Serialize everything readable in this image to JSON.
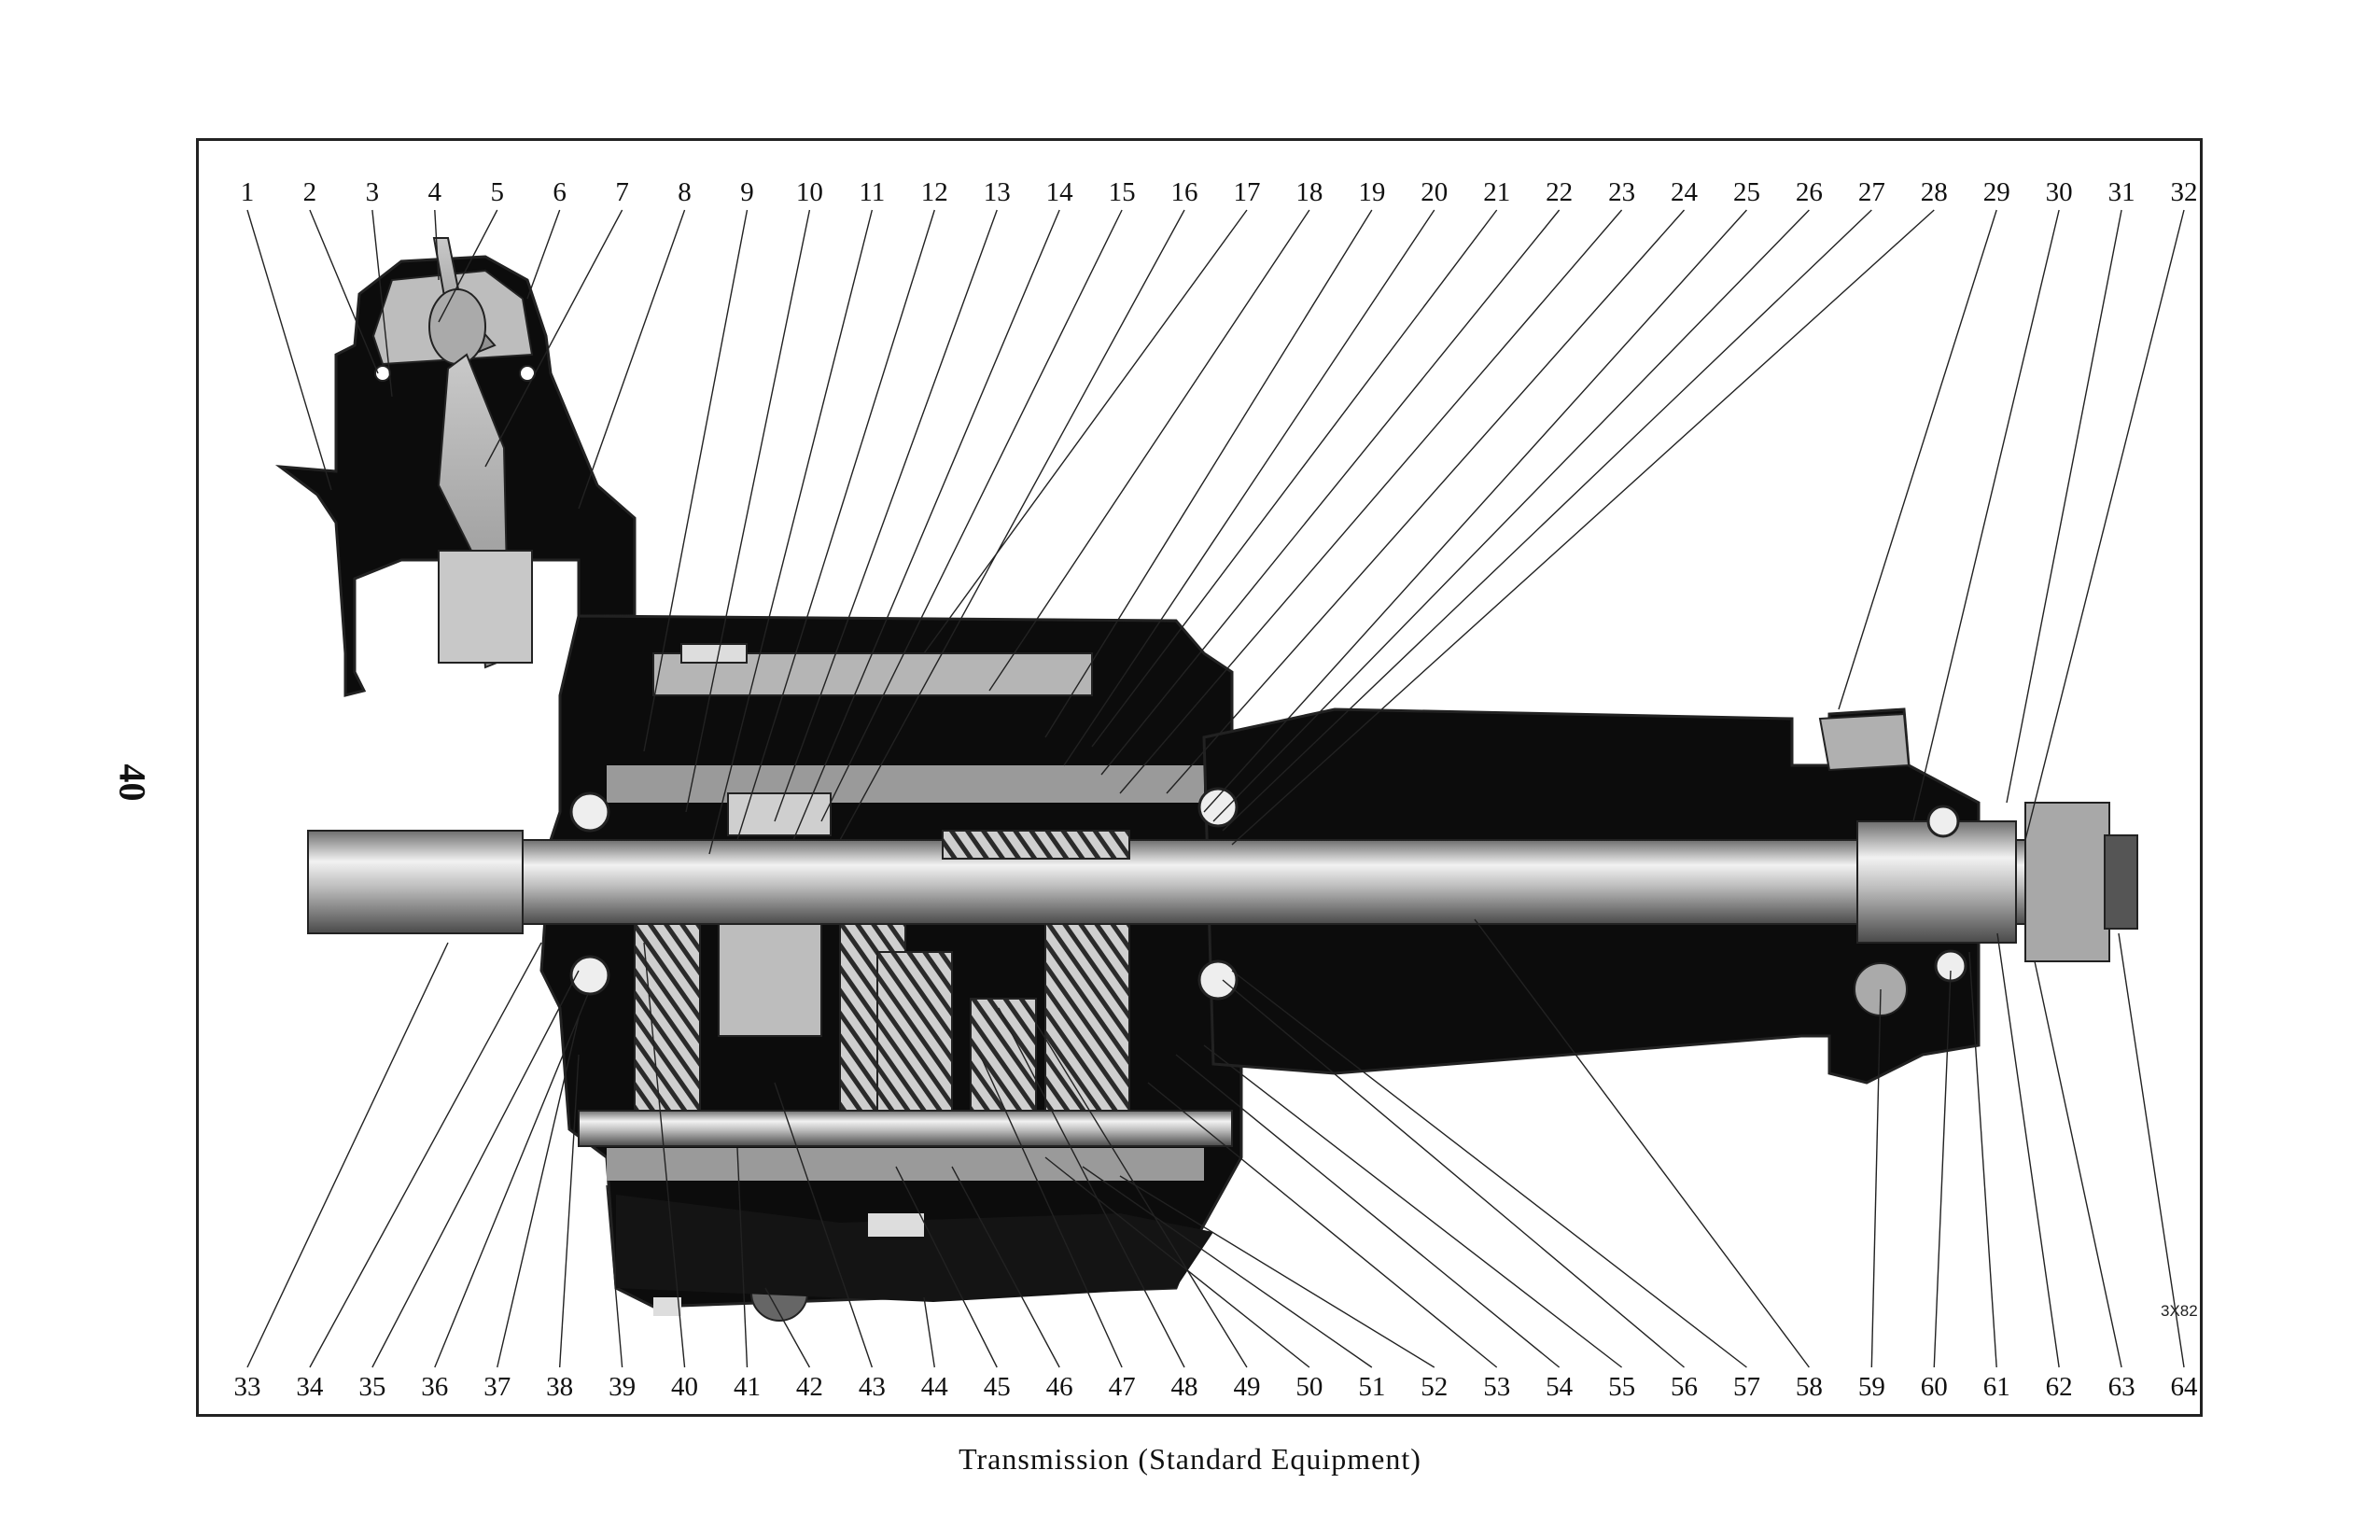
{
  "page": {
    "page_number": "40",
    "caption": "Transmission (Standard Equipment)",
    "figure_code": "3X82"
  },
  "callouts": {
    "top": [
      "1",
      "2",
      "3",
      "4",
      "5",
      "6",
      "7",
      "8",
      "9",
      "10",
      "11",
      "12",
      "13",
      "14",
      "15",
      "16",
      "17",
      "18",
      "19",
      "20",
      "21",
      "22",
      "23",
      "24",
      "25",
      "26",
      "27",
      "28",
      "29",
      "30",
      "31",
      "32"
    ],
    "bottom": [
      "33",
      "34",
      "35",
      "36",
      "37",
      "38",
      "39",
      "40",
      "41",
      "42",
      "43",
      "44",
      "45",
      "46",
      "47",
      "48",
      "49",
      "50",
      "51",
      "52",
      "53",
      "54",
      "55",
      "56",
      "57",
      "58",
      "59",
      "60",
      "61",
      "62",
      "63",
      "64"
    ]
  },
  "colors": {
    "housing_dark": "#0c0c0c",
    "metal_light": "#d8d8d8",
    "metal_mid": "#9a9a9a",
    "ink": "#222222"
  }
}
